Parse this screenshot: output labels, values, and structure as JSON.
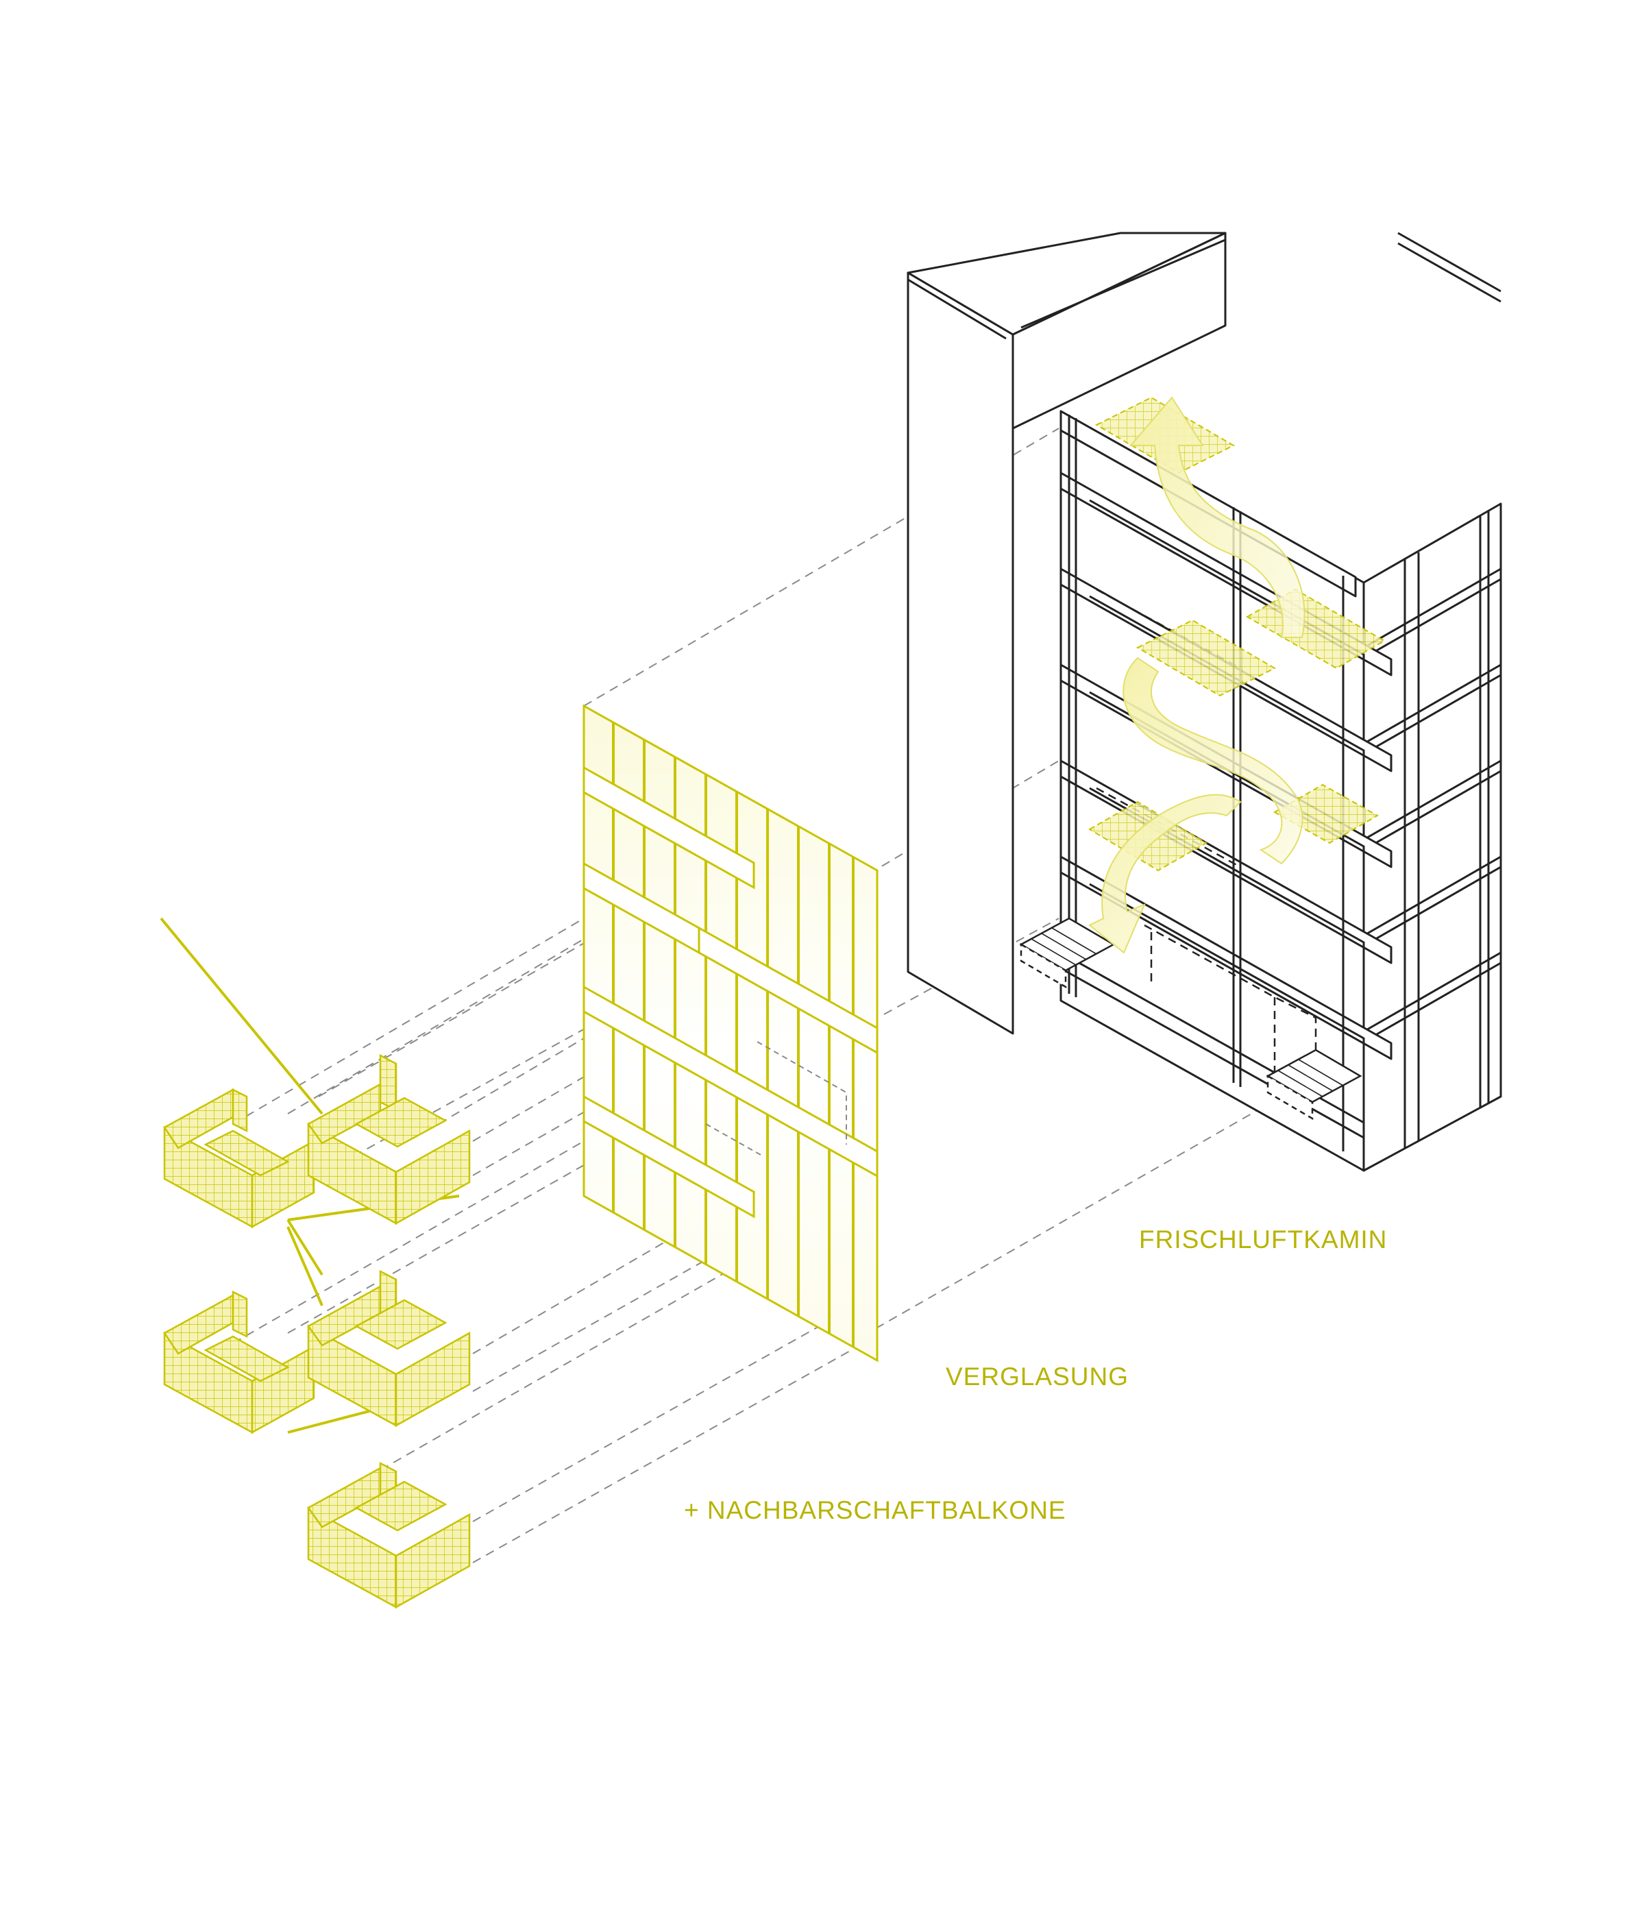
{
  "labels": {
    "frischluftkamin": "FRISCHLUFTKAMIN",
    "verglasung": "VERGLASUNG",
    "nachbarschaftbalkone": "+ NACHBARSCHAFTBALKONE"
  },
  "colors": {
    "accent": "#c8c400",
    "accent_fill": "#f6f3b6",
    "line": "#222222",
    "dash": "#8a8a8a",
    "background": "#ffffff"
  }
}
